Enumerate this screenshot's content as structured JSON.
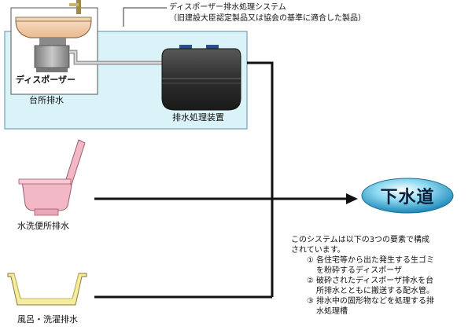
{
  "callout": {
    "line1": "ディスポーザー排水処理システム",
    "line2": "（旧建設大臣認定製品又は協会の基準に適合した製品）"
  },
  "kitchen_box": {
    "disposer_label": "ディスポーザー",
    "kitchen_label": "台所排水",
    "tank_label": "排水処理装置"
  },
  "sources": {
    "toilet_label": "水洗便所排水",
    "bath_label": "風呂・洗濯排水"
  },
  "sewer": {
    "label": "下水道"
  },
  "description": {
    "intro_line1": "このシステムは以下の3つの要素で構成",
    "intro_line2": "されています。",
    "items": [
      {
        "num": "①",
        "line1": "各住宅等から出た発生する生ゴミ",
        "line2": "を粉砕するディスポーザ"
      },
      {
        "num": "②",
        "line1": "破砕されたディスポーザ排水を台",
        "line2": "所排水とともに搬送する配水管。"
      },
      {
        "num": "③",
        "line1": "排水中の固形物などを処理する排",
        "line2": "水処理槽"
      }
    ]
  },
  "colors": {
    "box_fill": "#d9f3f8",
    "box_border": "#5f8fa0",
    "sewer_gradient": [
      "#ffffff",
      "#7fd3ee",
      "#1b8fc0"
    ],
    "toilet": "#f2b8c6",
    "bath": "#f4eca0"
  }
}
